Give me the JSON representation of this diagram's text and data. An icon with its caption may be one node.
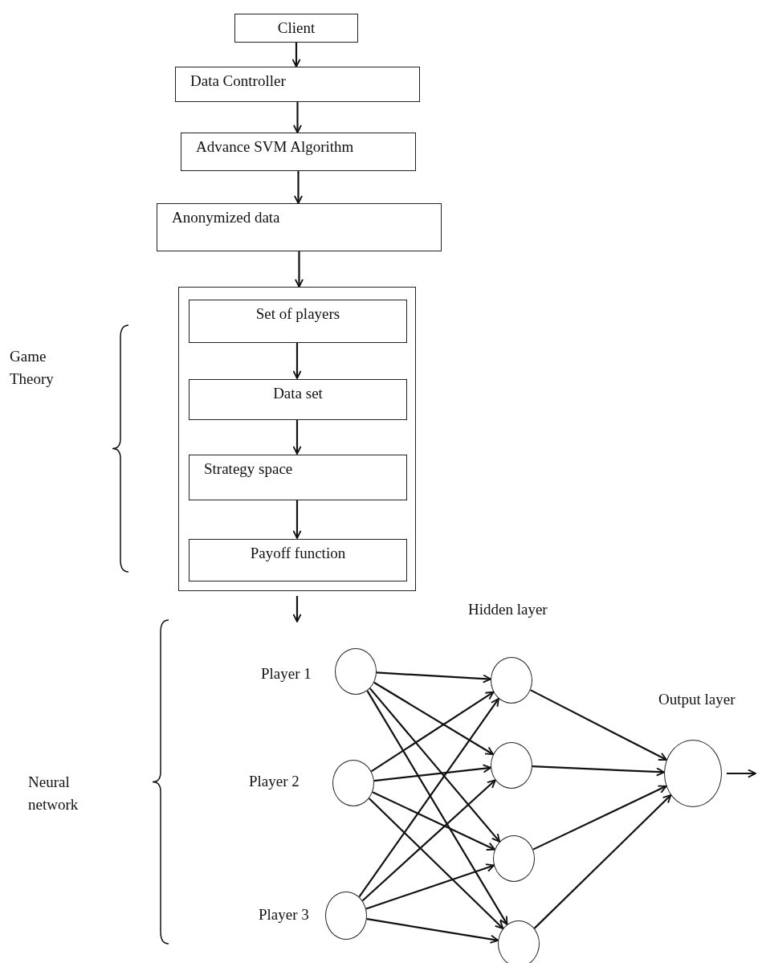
{
  "diagram": {
    "nodes": [
      {
        "text": [
          "Client"
        ]
      },
      {
        "text": [
          "Data Controller"
        ]
      },
      {
        "text": [
          "Advance SVM Algorithm"
        ]
      },
      {
        "text": [
          "Anonymized data"
        ]
      },
      {
        "text": [],
        "shape": "box"
      },
      {
        "text": [
          "Set of players"
        ],
        "in": 4
      },
      {
        "text": [
          "Data set"
        ],
        "in": 4
      },
      {
        "text": [
          "Strategy space"
        ],
        "in": 4
      },
      {
        "text": [
          "Payoff function"
        ],
        "in": 4
      },
      {
        "text": [],
        "shape": "circle",
        "beside": [
          "Player 1"
        ]
      },
      {
        "text": [],
        "shape": "circle",
        "beside": [
          "Player 2"
        ]
      },
      {
        "text": [],
        "shape": "circle",
        "beside": [
          "Player 3"
        ]
      },
      {
        "text": [],
        "shape": "circle"
      },
      {
        "text": [],
        "shape": "circle"
      },
      {
        "text": [],
        "shape": "circle"
      },
      {
        "text": [],
        "shape": "circle"
      },
      {
        "text": [],
        "shape": "circle"
      }
    ],
    "edges": [
      {
        "from": 0,
        "to": 1,
        "arrow": "to"
      },
      {
        "from": 1,
        "to": 2,
        "arrow": "to"
      },
      {
        "from": 2,
        "to": 3,
        "arrow": "to"
      },
      {
        "from": 3,
        "to": 4,
        "arrow": "to"
      },
      {
        "from": 5,
        "to": 6,
        "arrow": "to"
      },
      {
        "from": 6,
        "to": 7,
        "arrow": "to"
      },
      {
        "from": 7,
        "to": 8,
        "arrow": "to"
      },
      {
        "from": 4,
        "to": null,
        "arrow": "to"
      },
      {
        "from": 9,
        "to": 12,
        "arrow": "to"
      },
      {
        "from": 9,
        "to": 13,
        "arrow": "to"
      },
      {
        "from": 9,
        "to": 14,
        "arrow": "to"
      },
      {
        "from": 9,
        "to": 15,
        "arrow": "to"
      },
      {
        "from": 10,
        "to": 12,
        "arrow": "to"
      },
      {
        "from": 10,
        "to": 13,
        "arrow": "to"
      },
      {
        "from": 10,
        "to": 14,
        "arrow": "to"
      },
      {
        "from": 10,
        "to": 15,
        "arrow": "to"
      },
      {
        "from": 11,
        "to": 12,
        "arrow": "to"
      },
      {
        "from": 11,
        "to": 13,
        "arrow": "to"
      },
      {
        "from": 11,
        "to": 14,
        "arrow": "to"
      },
      {
        "from": 11,
        "to": 15,
        "arrow": "to"
      },
      {
        "from": 12,
        "to": 16,
        "arrow": "to"
      },
      {
        "from": 13,
        "to": 16,
        "arrow": "to"
      },
      {
        "from": 14,
        "to": 16,
        "arrow": "to"
      },
      {
        "from": 15,
        "to": 16,
        "arrow": "to"
      },
      {
        "from": 16,
        "to": null,
        "arrow": "to"
      }
    ],
    "labels": [
      "Game Theory",
      "Hidden layer",
      "Output layer",
      "Neural network"
    ]
  }
}
